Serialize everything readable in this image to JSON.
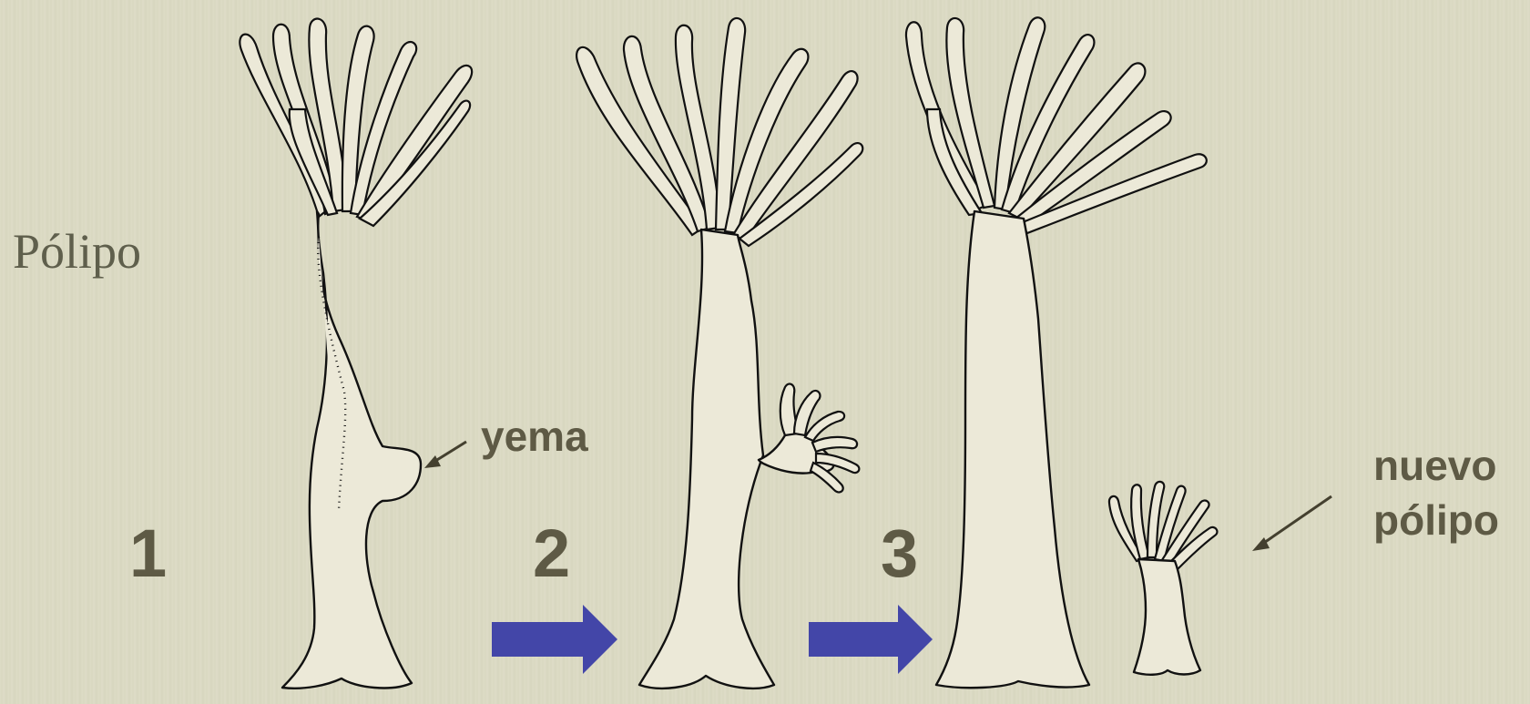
{
  "title": "Pólipo",
  "steps": [
    "1",
    "2",
    "3"
  ],
  "labels": {
    "bud": "yema",
    "new_polyp_line1": "nuevo",
    "new_polyp_line2": "pólipo"
  },
  "colors": {
    "background": "#dcdbc4",
    "arrow": "#4346a8",
    "text": "#5e5a45",
    "title": "#5f5f4c"
  }
}
